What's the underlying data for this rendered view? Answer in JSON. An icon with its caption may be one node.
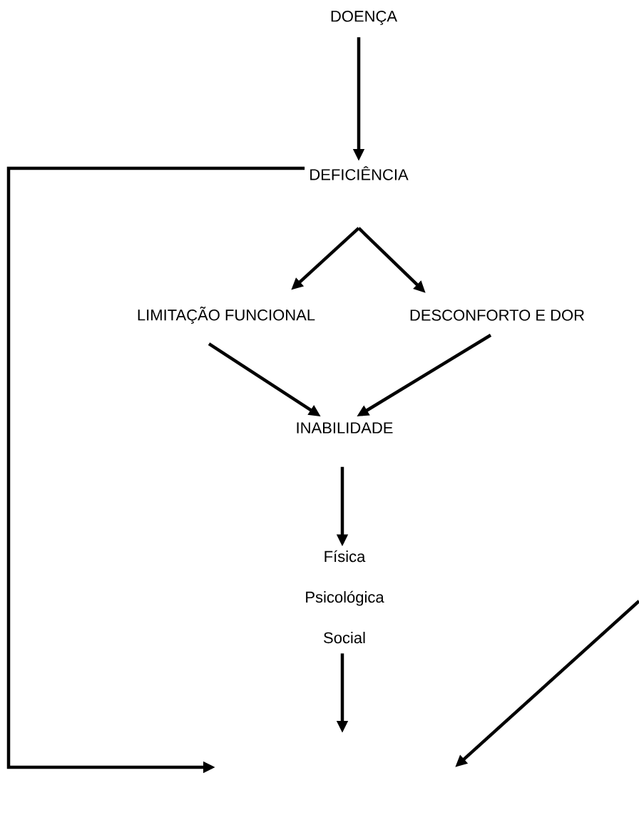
{
  "diagram": {
    "nodes": [
      {
        "text": [
          "DOENÇA"
        ]
      },
      {
        "text": [
          "DEFICIÊNCIA"
        ]
      },
      {
        "text": [
          "LIMITAÇÃO FUNCIONAL"
        ]
      },
      {
        "text": [
          "DESCONFORTO E DOR"
        ]
      },
      {
        "text": [
          "INABILIDADE"
        ]
      },
      {
        "text": [
          "Física",
          "Psicológica",
          "Social"
        ]
      }
    ],
    "edges": [
      {
        "from": 0,
        "to": 1,
        "arrow": "to"
      },
      {
        "from": 1,
        "to": 2,
        "arrow": "to"
      },
      {
        "from": 1,
        "to": 3,
        "arrow": "to"
      },
      {
        "from": 2,
        "to": 4,
        "arrow": "to"
      },
      {
        "from": 3,
        "to": 4,
        "arrow": "to"
      },
      {
        "from": 4,
        "to": 5,
        "arrow": "to"
      },
      {
        "from": 5,
        "to": null,
        "arrow": "to"
      },
      {
        "from": 1,
        "to": null,
        "arrow": "to"
      }
    ]
  }
}
